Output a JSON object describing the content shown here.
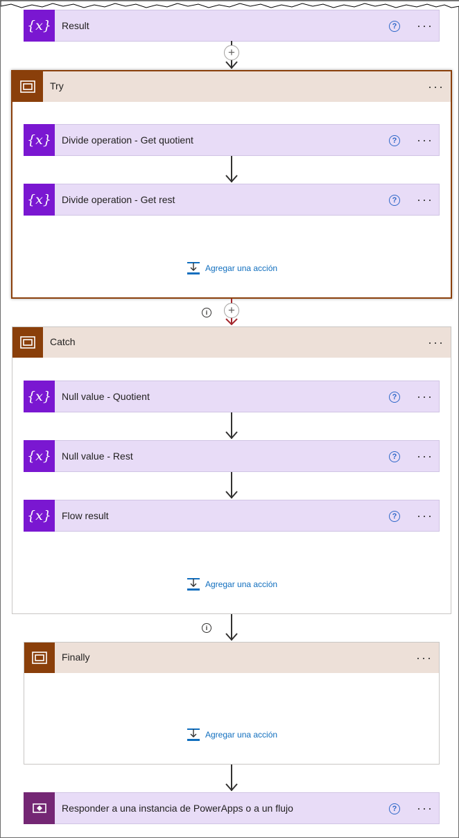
{
  "colors": {
    "variable_accent": "#7a17d1",
    "scope_accent": "#8a3f0a",
    "scope_header_bg": "#ede0d8",
    "card_bg": "#e8dcf7",
    "link": "#106ebe",
    "powerapps_accent": "#742774"
  },
  "icons": {
    "variable": "curly-braces-x-icon",
    "scope": "scope-rectangle-icon",
    "help": "question-circle-icon",
    "more": "ellipsis-icon",
    "add_action": "insert-row-icon",
    "powerapps": "powerapps-diamond-icon"
  },
  "top_action": {
    "title": "Result",
    "icon_glyph": "{x}"
  },
  "try_scope": {
    "title": "Try",
    "actions": [
      {
        "title": "Divide operation - Get quotient",
        "icon_glyph": "{x}"
      },
      {
        "title": "Divide operation - Get rest",
        "icon_glyph": "{x}"
      }
    ],
    "add_action_label": "Agregar una acción"
  },
  "catch_scope": {
    "title": "Catch",
    "actions": [
      {
        "title": "Null value - Quotient",
        "icon_glyph": "{x}"
      },
      {
        "title": "Null value - Rest",
        "icon_glyph": "{x}"
      },
      {
        "title": "Flow result",
        "icon_glyph": "{x}"
      }
    ],
    "add_action_label": "Agregar una acción"
  },
  "finally_scope": {
    "title": "Finally",
    "add_action_label": "Agregar una acción"
  },
  "respond_action": {
    "title": "Responder a una instancia de PowerApps o a un flujo"
  },
  "common": {
    "more": "···",
    "help": "?",
    "plus": "+",
    "info": "i"
  }
}
